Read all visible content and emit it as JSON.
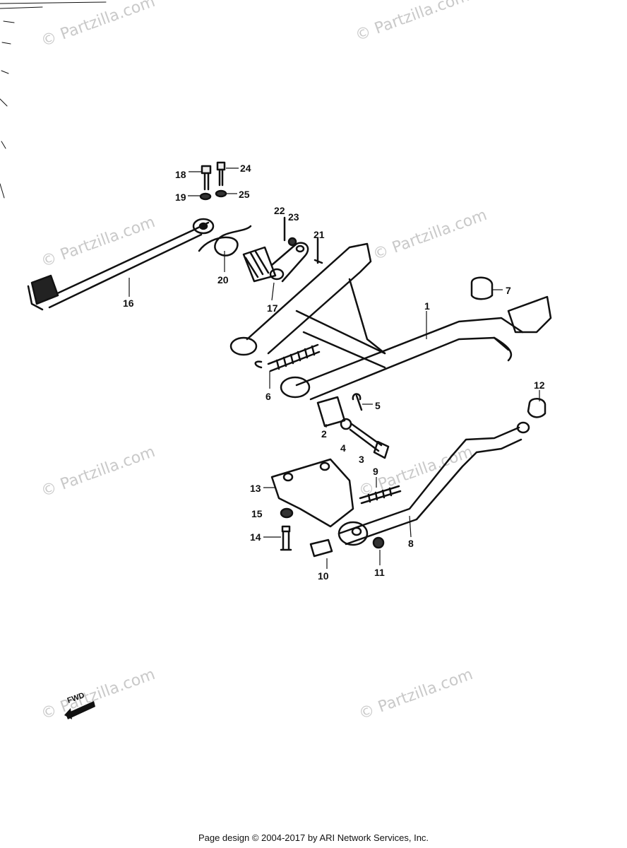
{
  "watermark": "© Partzilla.com",
  "footer": "Page design © 2004-2017 by ARI Network Services, Inc.",
  "fwd_label": "FWD",
  "callouts": [
    "18",
    "24",
    "19",
    "25",
    "22",
    "23",
    "21",
    "16",
    "20",
    "17",
    "7",
    "1",
    "6",
    "5",
    "2",
    "4",
    "3",
    "12",
    "13",
    "9",
    "15",
    "14",
    "8",
    "10",
    "11"
  ]
}
